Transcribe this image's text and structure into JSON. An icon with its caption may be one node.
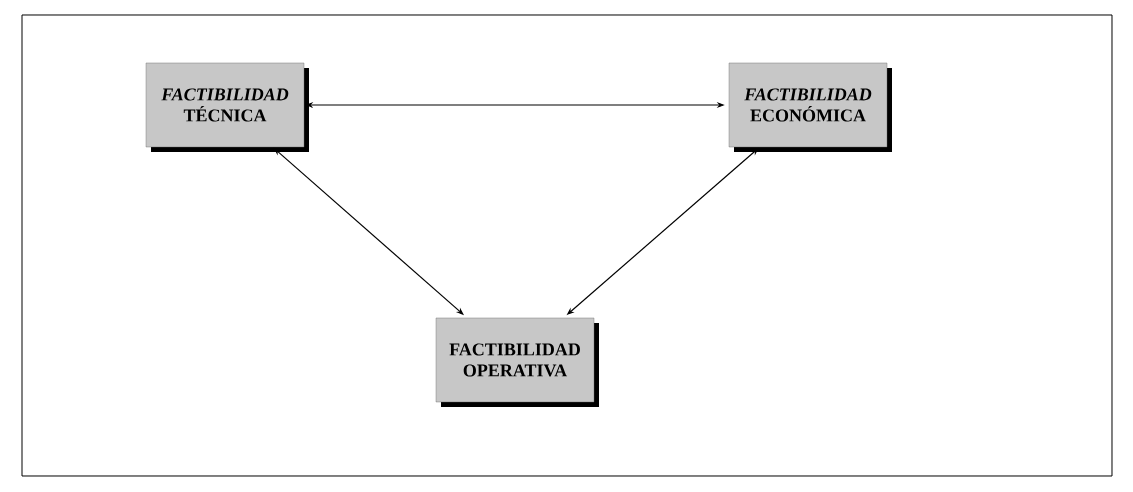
{
  "diagram": {
    "nodes": [
      {
        "text": [
          "*FACTIBILIDAD* TÉCNICA"
        ]
      },
      {
        "text": [
          "*FACTIBILIDAD* ECONÓMICA"
        ]
      },
      {
        "text": [
          "FACTIBILIDAD OPERATIVA"
        ]
      }
    ],
    "edges": [
      {
        "from": 0,
        "to": 1,
        "arrow": "both"
      },
      {
        "from": 0,
        "to": 2,
        "arrow": "both"
      },
      {
        "from": 1,
        "to": 2,
        "arrow": "both"
      }
    ]
  }
}
